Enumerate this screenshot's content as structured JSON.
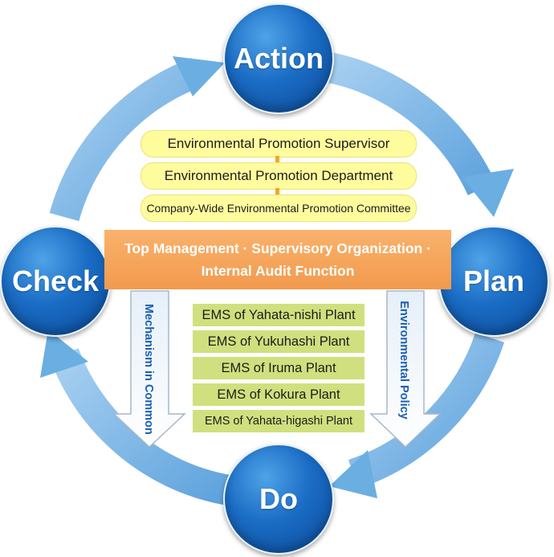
{
  "cycle": {
    "action": "Action",
    "plan": "Plan",
    "do": "Do",
    "check": "Check"
  },
  "committees": [
    "Environmental Promotion Supervisor",
    "Environmental Promotion Department",
    "Company-Wide Environmental Promotion Committee"
  ],
  "band": {
    "line1": "Top Management · Supervisory Organization ·",
    "line2": "Internal Audit Function"
  },
  "plants": [
    "EMS of Yahata-nishi Plant",
    "EMS of Yukuhashi Plant",
    "EMS of Iruma Plant",
    "EMS of Kokura Plant",
    "EMS of Yahata-higashi Plant"
  ],
  "side_labels": {
    "left": "Mechanism in Common",
    "right": "Environmental Policy"
  },
  "colors": {
    "node_blue": "#1a6cc4",
    "ring_blue": "#7fb7e6",
    "pill_yellow": "#fffc9e",
    "band_orange": "#f4a259",
    "plant_green": "#d0e07e",
    "label_blue": "#1a5fae"
  }
}
